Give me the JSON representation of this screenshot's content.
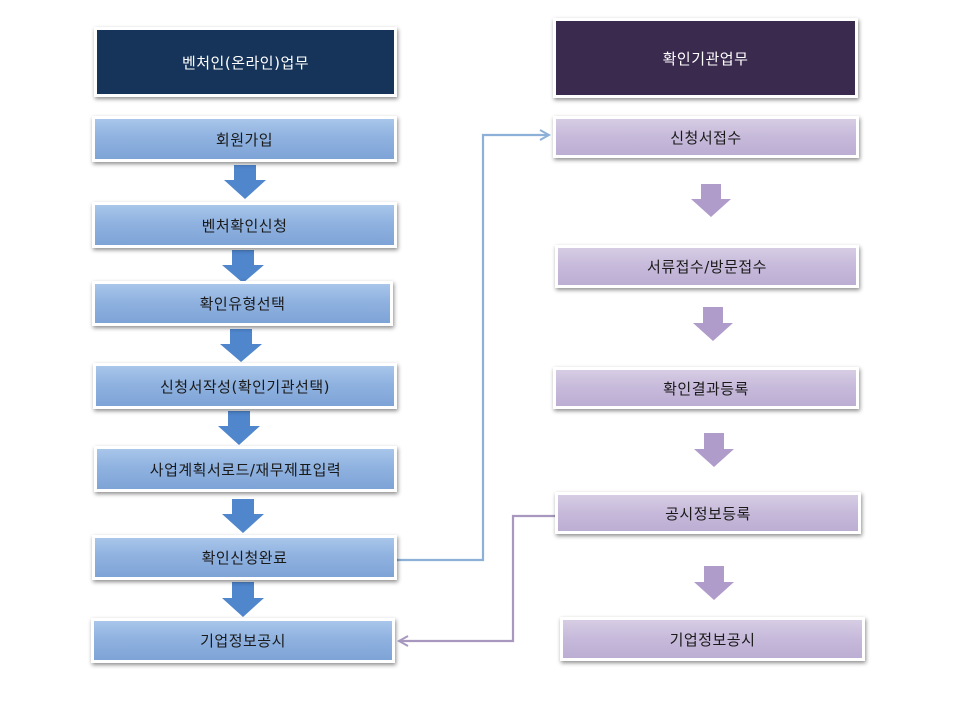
{
  "left_column": {
    "header": "벤처인(온라인)업무",
    "steps": [
      "회원가입",
      "벤처확인신청",
      "확인유형선택",
      "신청서작성(확인기관선택)",
      "사업계획서로드/재무제표입력",
      "확인신청완료",
      "기업정보공시"
    ]
  },
  "right_column": {
    "header": "확인기관업무",
    "steps": [
      "신청서접수",
      "서류접수/방문접수",
      "확인결과등록",
      "공시정보등록",
      "기업정보공시"
    ]
  },
  "colors": {
    "left_header": "#16345a",
    "right_header": "#3a2a4e",
    "left_step": "#8fb2e0",
    "right_step": "#c6b9da",
    "left_arrow": "#4f86cc",
    "right_arrow": "#b09ccb",
    "connector_blue": "#8db0d8",
    "connector_purple": "#a898c0"
  }
}
